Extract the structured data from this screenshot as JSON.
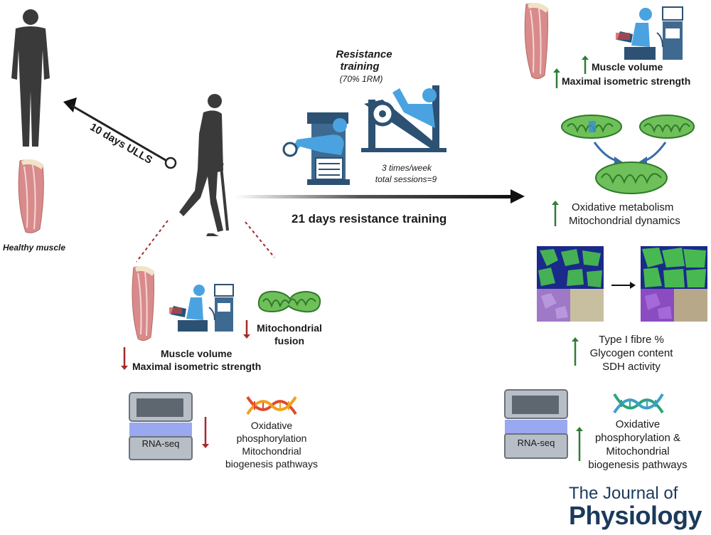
{
  "labels": {
    "healthy_muscle": "Healthy muscle",
    "ulls": "10 days ULLS",
    "resistance_title_1": "Resistance",
    "resistance_title_2": "training",
    "resistance_intensity": "(70% 1RM)",
    "frequency_1": "3 times/week",
    "frequency_2": "total sessions=9",
    "training_duration": "21 days resistance training",
    "post_muscle_volume": "Muscle volume",
    "post_isometric_strength": "Maximal isometric strength",
    "post_oxidative_metabolism": "Oxidative metabolism",
    "post_mito_dynamics": "Mitochondrial dynamics",
    "post_type1": "Type I fibre  %",
    "post_glycogen": "Glycogen content",
    "post_sdh": "SDH activity",
    "post_oxphos_1": "Oxidative",
    "post_oxphos_2": "phosphorylation &",
    "post_oxphos_3": "Mitochondrial",
    "post_oxphos_4": "biogenesis pathways",
    "ulls_muscle_volume": "Muscle volume",
    "ulls_isometric_strength": "Maximal isometric strength",
    "ulls_mito_fusion_1": "Mitochondrial",
    "ulls_mito_fusion_2": "fusion",
    "ulls_oxphos_1": "Oxidative",
    "ulls_oxphos_2": "phosphorylation",
    "ulls_oxphos_3": "Mitochondrial",
    "ulls_oxphos_4": "biogenesis pathways",
    "rnaseq_left": "RNA-seq",
    "rnaseq_right": "RNA-seq",
    "journal_1": "The Journal of",
    "journal_2": "Physiology"
  },
  "colors": {
    "up_arrow": "#2e7d32",
    "down_arrow": "#a52a2a",
    "muscle": "#d98a8a",
    "machine": "#2c5173",
    "person_blue": "#4aa3e0",
    "mito_green": "#6fbf5a",
    "silhouette": "#3a3a3a",
    "journal": "#1b3a5c"
  },
  "icons": [
    "person-standing-icon",
    "muscle-icon",
    "person-crutches-icon",
    "leg-extension-machine-icon",
    "leg-press-machine-icon",
    "dynamometer-icon",
    "mitochondrion-icon",
    "dna-icon",
    "sequencer-icon",
    "microscopy-icon"
  ]
}
